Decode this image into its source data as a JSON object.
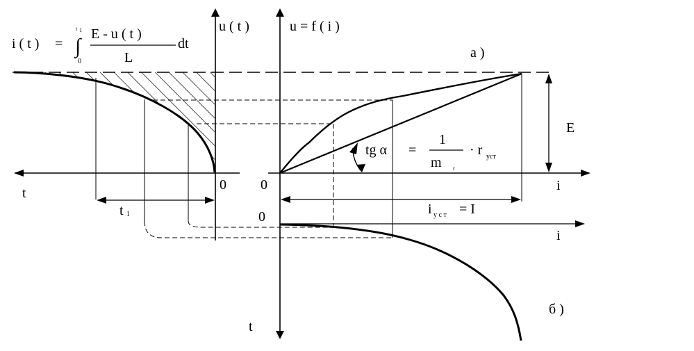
{
  "formula": {
    "lhs": "i ( t )",
    "equals": "=",
    "integral_sign": "∫",
    "upper_limit": "t",
    "upper_limit_sub": "1",
    "lower_limit": "0",
    "numerator": "E  -  u ( t )",
    "denominator": "L",
    "differential": "dt"
  },
  "left_graph": {
    "y_axis_label": "u ( t )",
    "x_axis_label": "t",
    "origin_label": "0",
    "interval_label": "t",
    "interval_sub": "1"
  },
  "right_graph": {
    "y_axis_label": "u = f ( i )",
    "x_axis_label": "i",
    "origin_label": "0",
    "part_label": "а )",
    "E_label": "E",
    "current_label_main": "i",
    "current_label_sub": "у с т",
    "current_label_rest": "= I",
    "slope_lhs": "tg  α",
    "slope_eq": "=",
    "slope_num": "1",
    "slope_den": "m",
    "slope_den_sub": "r",
    "slope_dot": "· r",
    "slope_r_sub": "уст"
  },
  "bottom_graph": {
    "origin_label": "0",
    "x_axis_label": "i",
    "t_axis_label": "t",
    "part_label": "б )"
  }
}
